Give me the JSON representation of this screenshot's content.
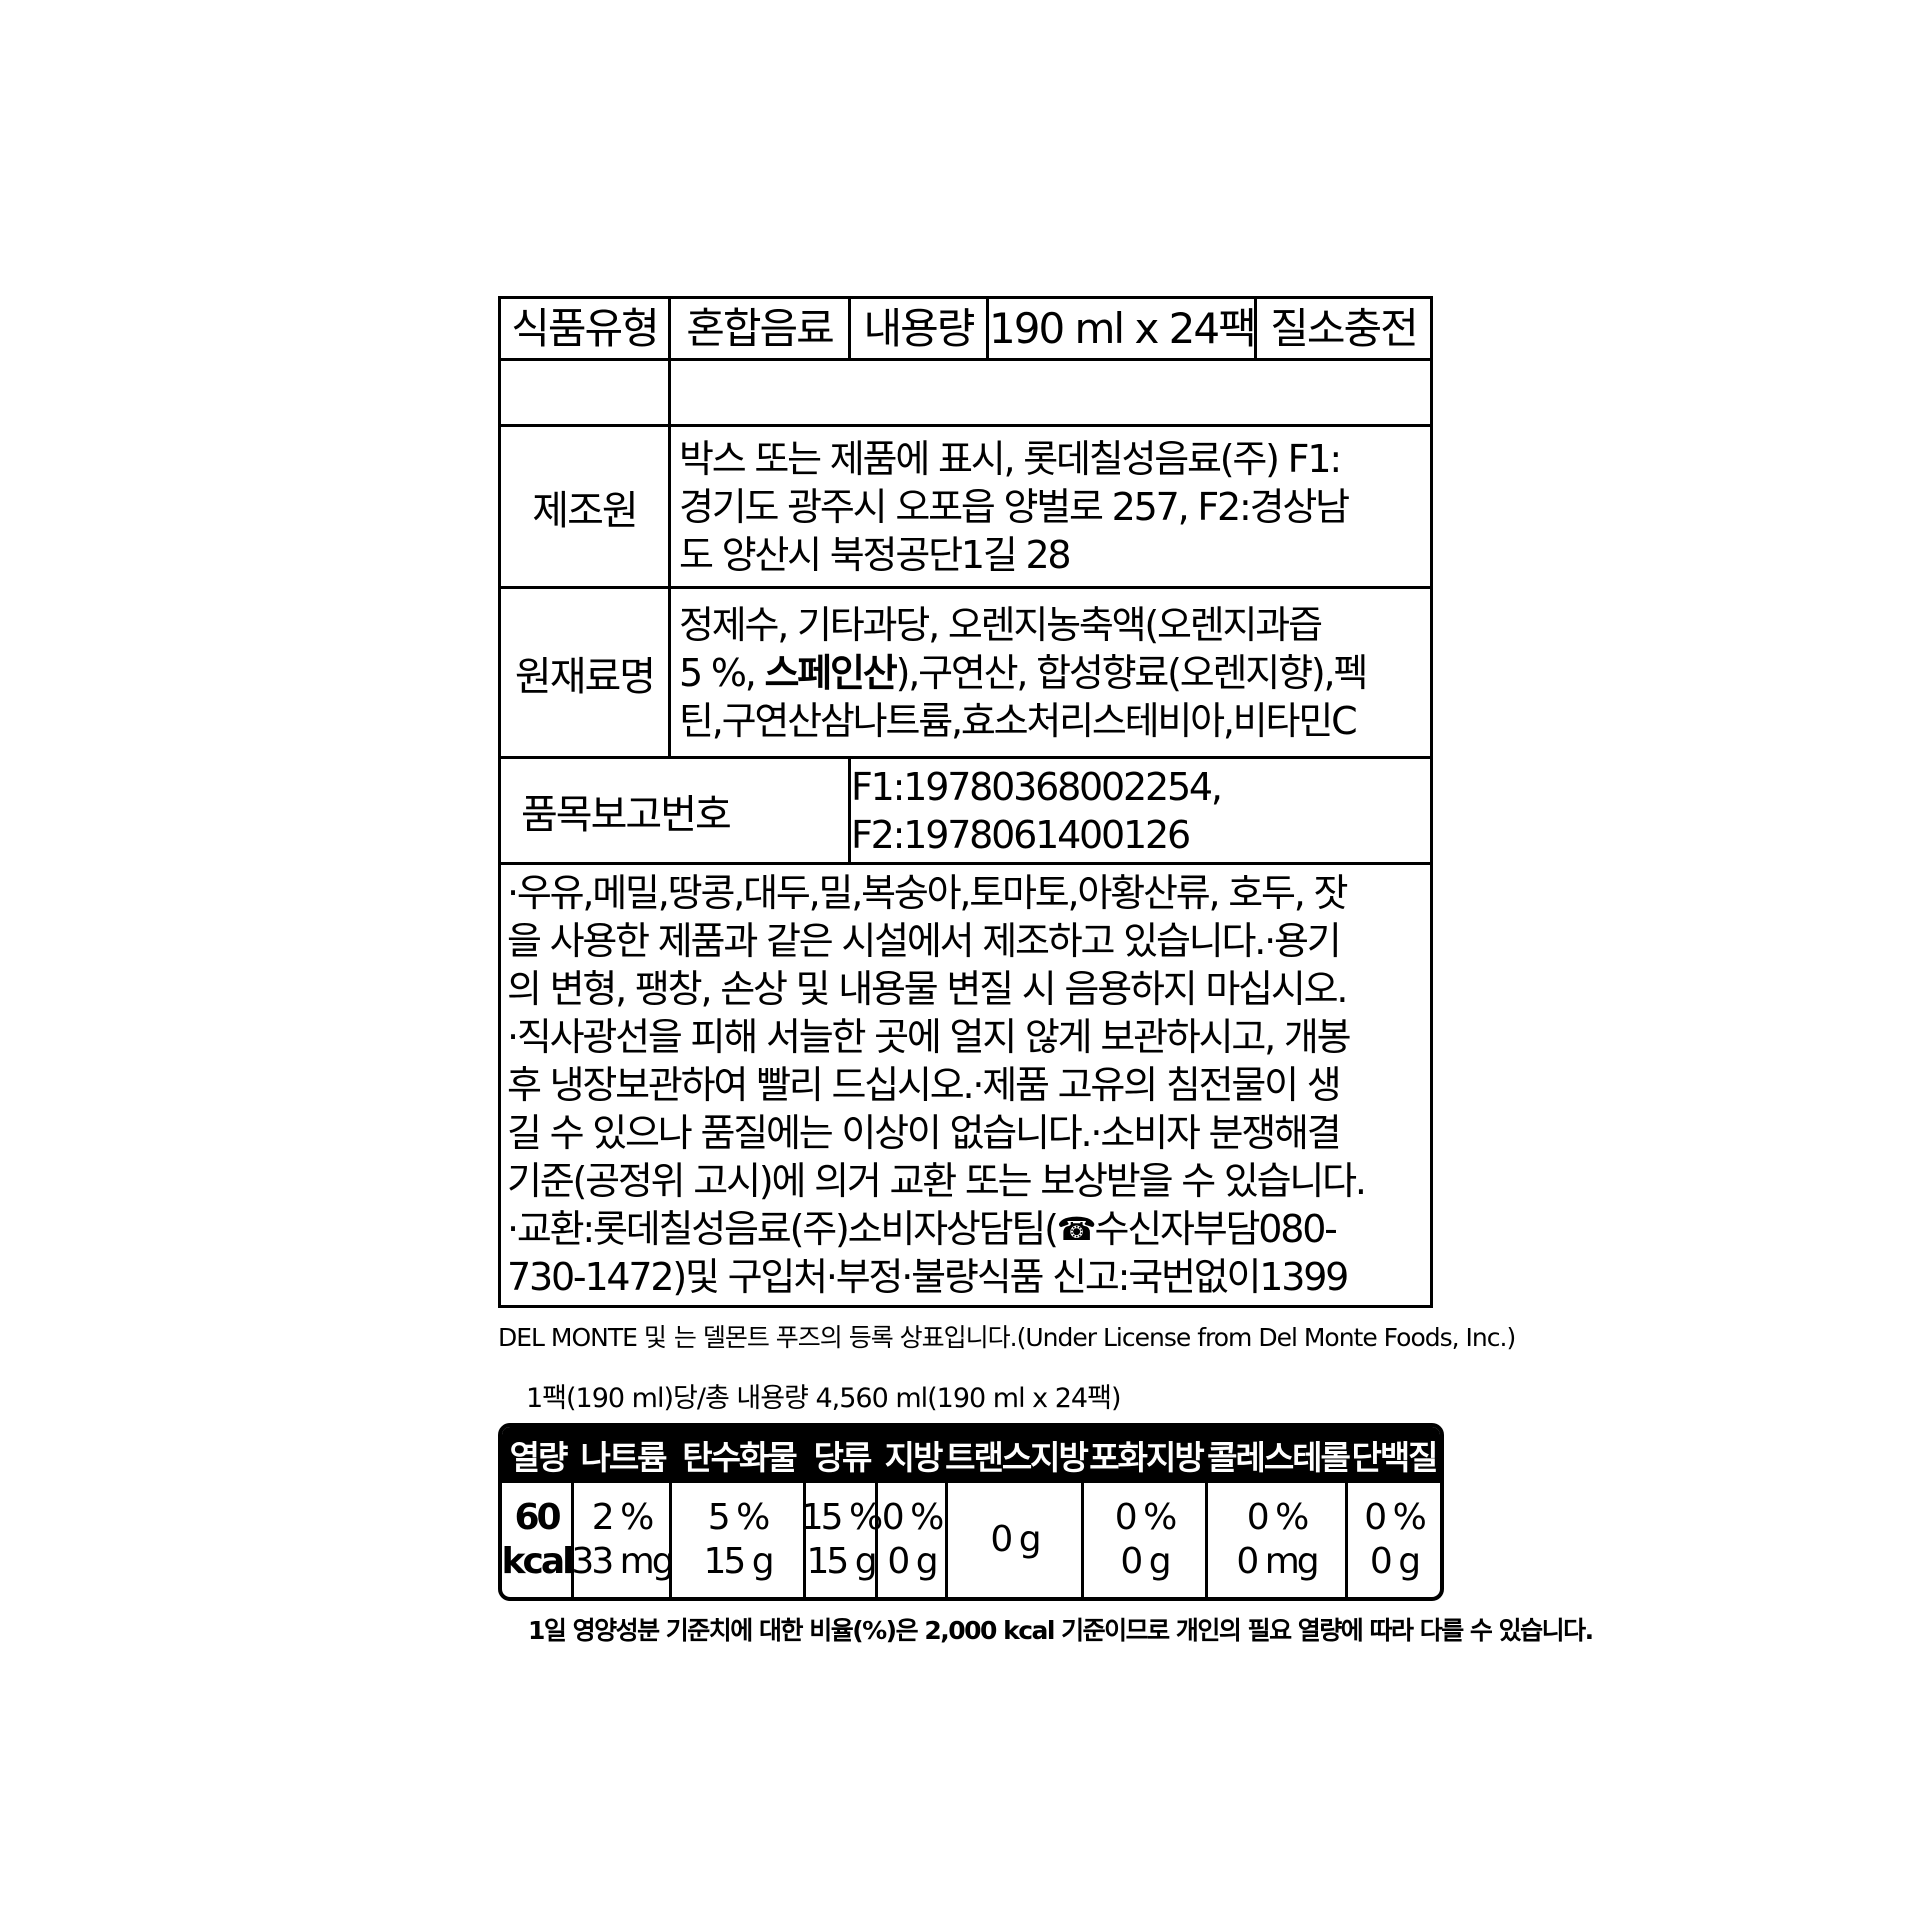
{
  "info": {
    "food_type_label": "식품유형",
    "food_type_value": "혼합음료",
    "volume_label": "내용량",
    "volume_value": "190 ml x 24팩",
    "packing": "질소충전",
    "manufacturer_label": "제조원",
    "manufacturer_lines": [
      "박스 또는 제품에 표시, 롯데칠성음료(주) F1:",
      "경기도 광주시 오포읍 양벌로 257, F2:경상남",
      "도 양산시 북정공단1길 28"
    ],
    "ingredients_label": "원재료명",
    "ingredients_lines": {
      "line1": "정제수, 기타과당, 오렌지농축액(오렌지과즙",
      "line2_a": "5 %, ",
      "line2_b": "스페인산",
      "line2_c": "),구연산, 합성향료(오렌지향),펙",
      "line3": "틴,구연산삼나트륨,효소처리스테비아,비타민C"
    },
    "report_no_label": "품목보고번호",
    "report_no_lines": [
      "F1:19780368002254,",
      "F2:1978061400126"
    ]
  },
  "notice_lines": [
    "·우유,메밀,땅콩,대두,밀,복숭아,토마토,아황산류, 호두, 잣",
    "을 사용한 제품과 같은 시설에서 제조하고 있습니다.·용기",
    "의 변형, 팽창, 손상 및 내용물 변질 시 음용하지 마십시오.",
    "·직사광선을 피해 서늘한 곳에 얼지 않게 보관하시고, 개봉",
    "후 냉장보관하여 빨리 드십시오.·제품 고유의 침전물이 생",
    "길 수 있으나 품질에는 이상이 없습니다.·소비자 분쟁해결",
    "기준(공정위 고시)에 의거 교환 또는 보상받을 수 있습니다."
  ],
  "exchange": {
    "line1_a": "·교환:롯데칠성음료(주)소비자상담팀(",
    "phone_icon": "telephone-icon",
    "line1_b": "수신자부담080-",
    "line2": "730-1472)및 구입처·부정·불량식품 신고:국번없이1399"
  },
  "trademark": {
    "before": "DEL MONTE 및",
    "logo_icon": "del-monte-heart-logo",
    "after": "는 델몬트 푸즈의 등록 상표입니다.(Under License from Del Monte Foods, Inc.)"
  },
  "serving": "1팩(190 ml)당/총 내용량 4,560 ml(190 ml x 24팩)",
  "nutrition": {
    "headers": [
      "열량",
      "나트륨",
      "탄수화물",
      "당류",
      "지방",
      "트랜스지방",
      "포화지방",
      "콜레스테롤",
      "단백질"
    ],
    "energy": {
      "value": "60",
      "unit": "kcal"
    },
    "sodium": {
      "pct": "2 %",
      "amount": "33 mg"
    },
    "carbs": {
      "pct": "5 %",
      "amount": "15 g"
    },
    "sugars": {
      "pct": "15 %",
      "amount": "15 g"
    },
    "fat": {
      "pct": "0 %",
      "amount": "0 g"
    },
    "trans_fat": {
      "amount": "0 g"
    },
    "sat_fat": {
      "pct": "0 %",
      "amount": "0 g"
    },
    "cholesterol": {
      "pct": "0 %",
      "amount": "0 mg"
    },
    "protein": {
      "pct": "0 %",
      "amount": "0 g"
    }
  },
  "footnote": "1일 영양성분 기준치에 대한 비율(%)은 2,000 kcal 기준이므로 개인의 필요 열량에 따라 다를 수 있습니다."
}
